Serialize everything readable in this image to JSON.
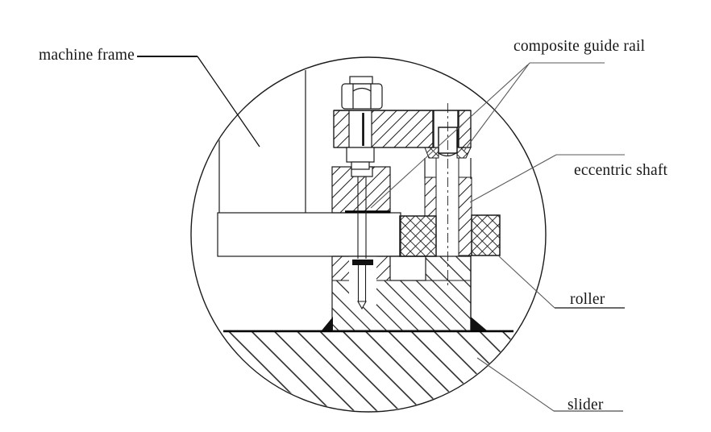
{
  "diagram": {
    "kind": "engineering-detail-section-view",
    "background": "#ffffff",
    "line_color": "#1a1a1a",
    "leader_color": "#5a5a5a",
    "labels": {
      "machine_frame": "machine frame",
      "composite_guide_rail": "composite guide rail",
      "eccentric_shaft": "eccentric shaft",
      "roller": "roller",
      "slider": "slider"
    }
  }
}
